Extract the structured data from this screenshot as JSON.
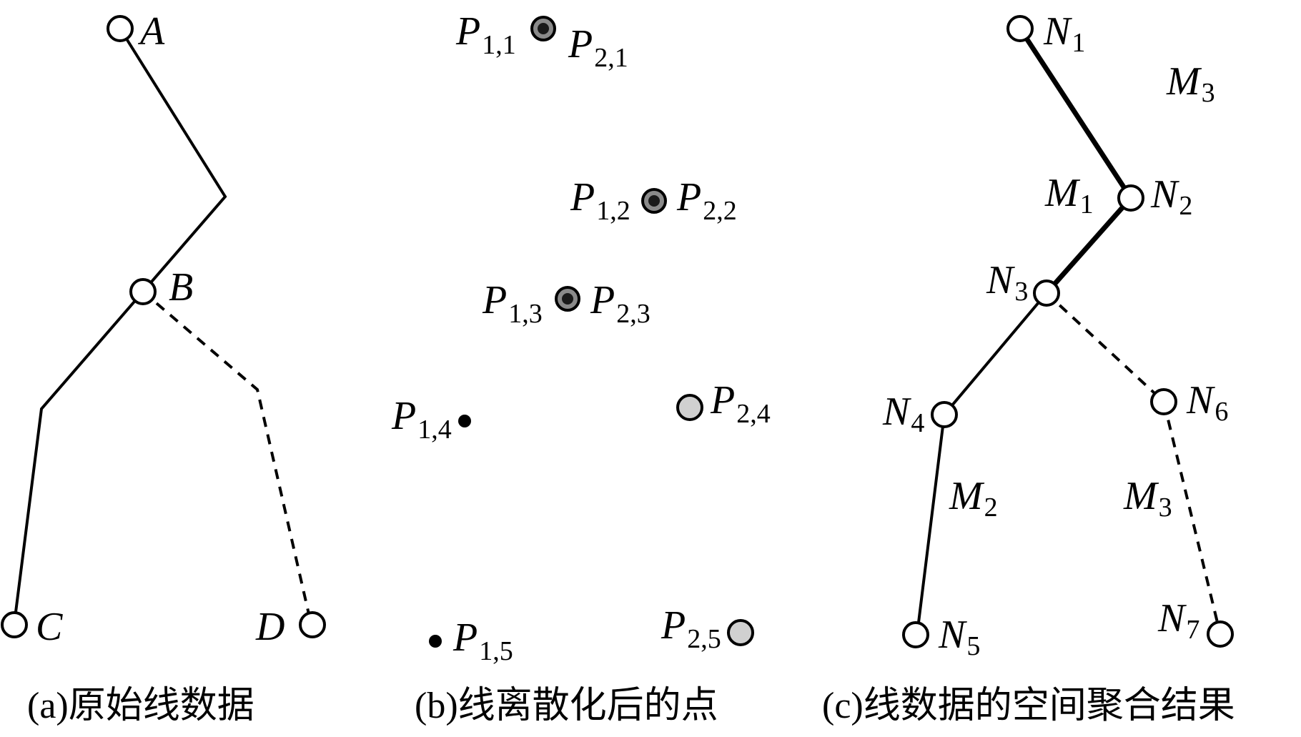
{
  "panel_a": {
    "caption": "(a)原始线数据",
    "nodes": {
      "A": "A",
      "B": "B",
      "C": "C",
      "D": "D"
    }
  },
  "panel_b": {
    "caption": "(b)线离散化后的点",
    "points": [
      {
        "main": "P",
        "sub": "1,1"
      },
      {
        "main": "P",
        "sub": "2,1"
      },
      {
        "main": "P",
        "sub": "1,2"
      },
      {
        "main": "P",
        "sub": "2,2"
      },
      {
        "main": "P",
        "sub": "1,3"
      },
      {
        "main": "P",
        "sub": "2,3"
      },
      {
        "main": "P",
        "sub": "1,4"
      },
      {
        "main": "P",
        "sub": "2,4"
      },
      {
        "main": "P",
        "sub": "1,5"
      },
      {
        "main": "P",
        "sub": "2,5"
      }
    ]
  },
  "panel_c": {
    "caption": "(c)线数据的空间聚合结果",
    "nodes": [
      {
        "main": "N",
        "sub": "1"
      },
      {
        "main": "N",
        "sub": "2"
      },
      {
        "main": "N",
        "sub": "3"
      },
      {
        "main": "N",
        "sub": "4"
      },
      {
        "main": "N",
        "sub": "5"
      },
      {
        "main": "N",
        "sub": "6"
      },
      {
        "main": "N",
        "sub": "7"
      }
    ],
    "groups": [
      {
        "main": "M",
        "sub": "3"
      },
      {
        "main": "M",
        "sub": "1"
      },
      {
        "main": "M",
        "sub": "2"
      },
      {
        "main": "M",
        "sub": "3"
      }
    ]
  },
  "colors": {
    "stroke": "#000000",
    "node_fill": "#ffffff",
    "point_dark": "#1a1a1a",
    "point_overlap_ring": "#8a8a8a",
    "point_light": "#d0d0d0"
  }
}
